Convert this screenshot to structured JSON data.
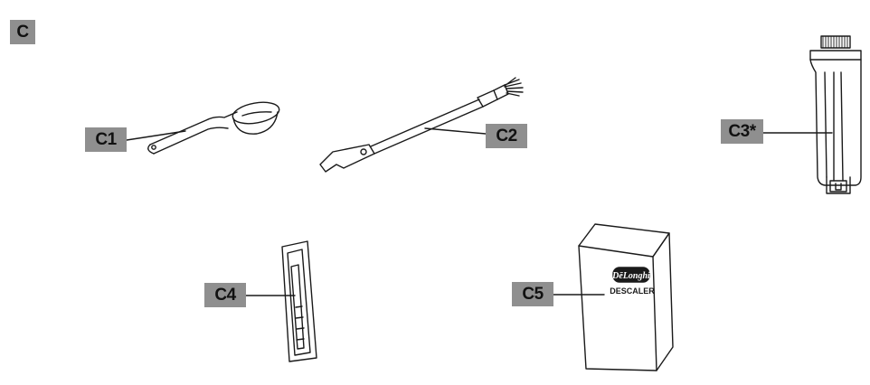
{
  "section_label": "C",
  "parts": [
    {
      "id": "c1",
      "label": "C1",
      "name": "measuring scoop"
    },
    {
      "id": "c2",
      "label": "C2",
      "name": "cleaning brush"
    },
    {
      "id": "c3",
      "label": "C3*",
      "name": "water softener filter"
    },
    {
      "id": "c4",
      "label": "C4",
      "name": "total hardness test strip"
    },
    {
      "id": "c5",
      "label": "C5",
      "name": "descaler"
    }
  ],
  "descaler_box": {
    "brand": "DēLonghi",
    "text": "DESCALER"
  }
}
